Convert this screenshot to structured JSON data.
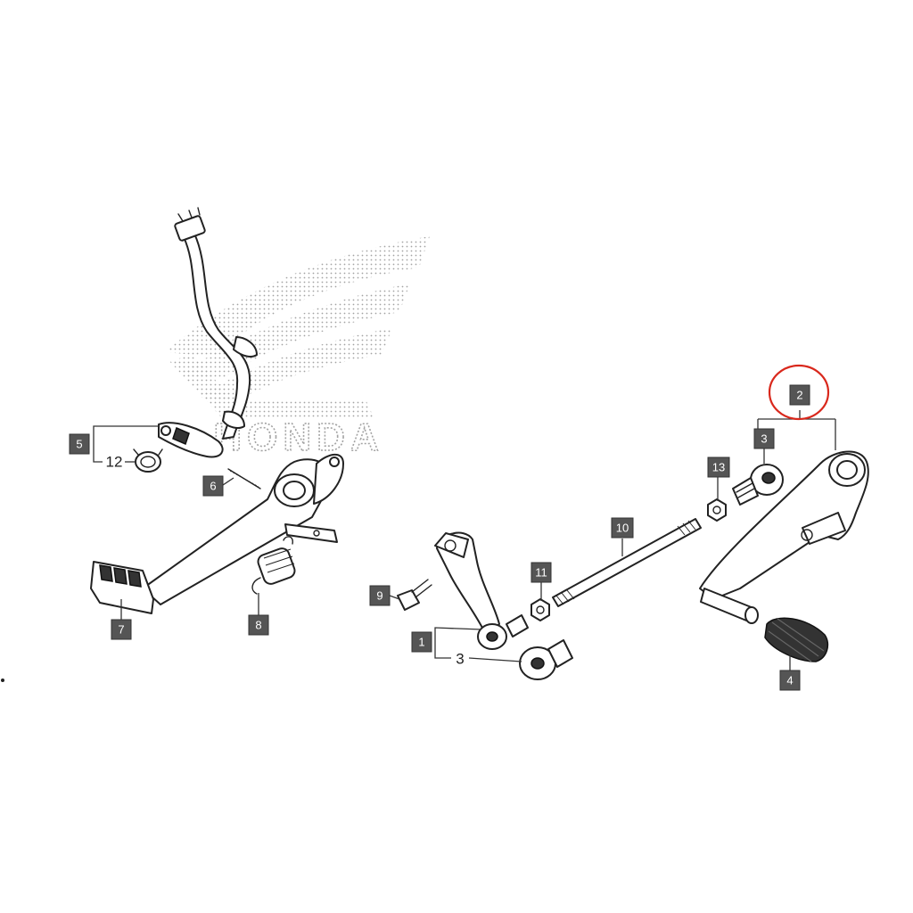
{
  "logo_text": "HONDA",
  "highlight_color": "#d9281c",
  "callouts": {
    "c1": "1",
    "c2": "2",
    "c3_upper": "3",
    "c3_lower": "3",
    "c4": "4",
    "c5": "5",
    "c6": "6",
    "c7": "7",
    "c8": "8",
    "c9": "9",
    "c10": "10",
    "c11": "11",
    "c12": "12",
    "c13": "13"
  }
}
